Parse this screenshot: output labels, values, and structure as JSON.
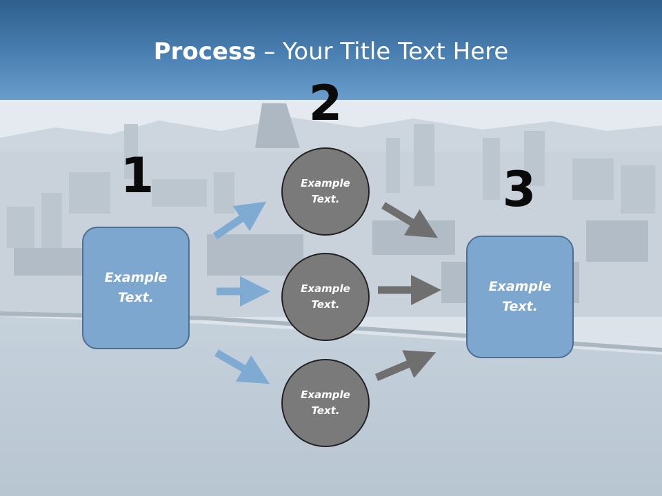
{
  "slide": {
    "title_bold": "Process",
    "title_rest": " – Your Title Text Here"
  },
  "steps": {
    "step1": {
      "number": "1",
      "label": "Example Text."
    },
    "step2": {
      "number": "2",
      "items": [
        {
          "label": "Example Text."
        },
        {
          "label": "Example Text."
        },
        {
          "label": "Example Text."
        }
      ]
    },
    "step3": {
      "number": "3",
      "label": "Example Text."
    }
  },
  "colors": {
    "header": "#4a80b2",
    "box_fill": "#7da7cf",
    "circle_fill": "#7a7a7a",
    "arrow_blue": "#7fabd3",
    "arrow_gray": "#6f6f6f"
  }
}
